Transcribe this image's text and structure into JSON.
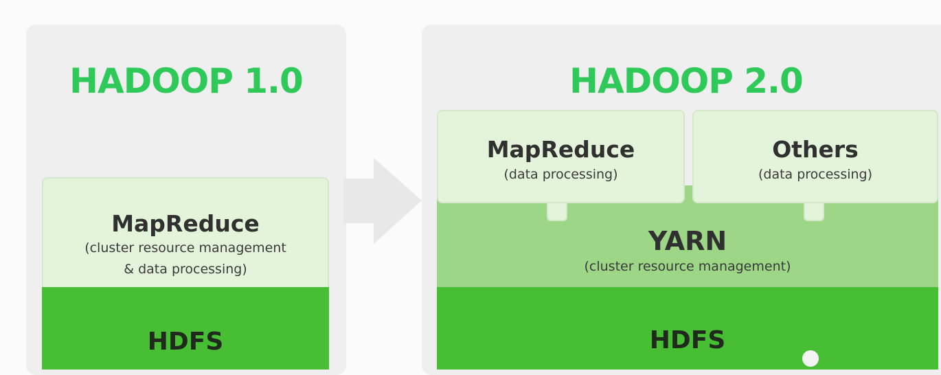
{
  "hadoop1": {
    "title": "HADOOP 1.0",
    "mapreduce": {
      "name": "MapReduce",
      "desc_line1": "(cluster resource management",
      "desc_line2": "& data processing)"
    },
    "hdfs": {
      "name": "HDFS"
    }
  },
  "hadoop2": {
    "title": "HADOOP 2.0",
    "mapreduce": {
      "name": "MapReduce",
      "desc": "(data processing)"
    },
    "others": {
      "name": "Others",
      "desc": "(data processing)"
    },
    "yarn": {
      "name": "YARN",
      "desc": "(cluster resource management)"
    },
    "hdfs": {
      "name": "HDFS"
    }
  },
  "colors": {
    "title": "#2fc95a",
    "panel": "#efefef",
    "light_box": "#e3f4da",
    "yarn": "#9ed688",
    "hdfs": "#47be33",
    "arrow": "#e8e8e8"
  }
}
